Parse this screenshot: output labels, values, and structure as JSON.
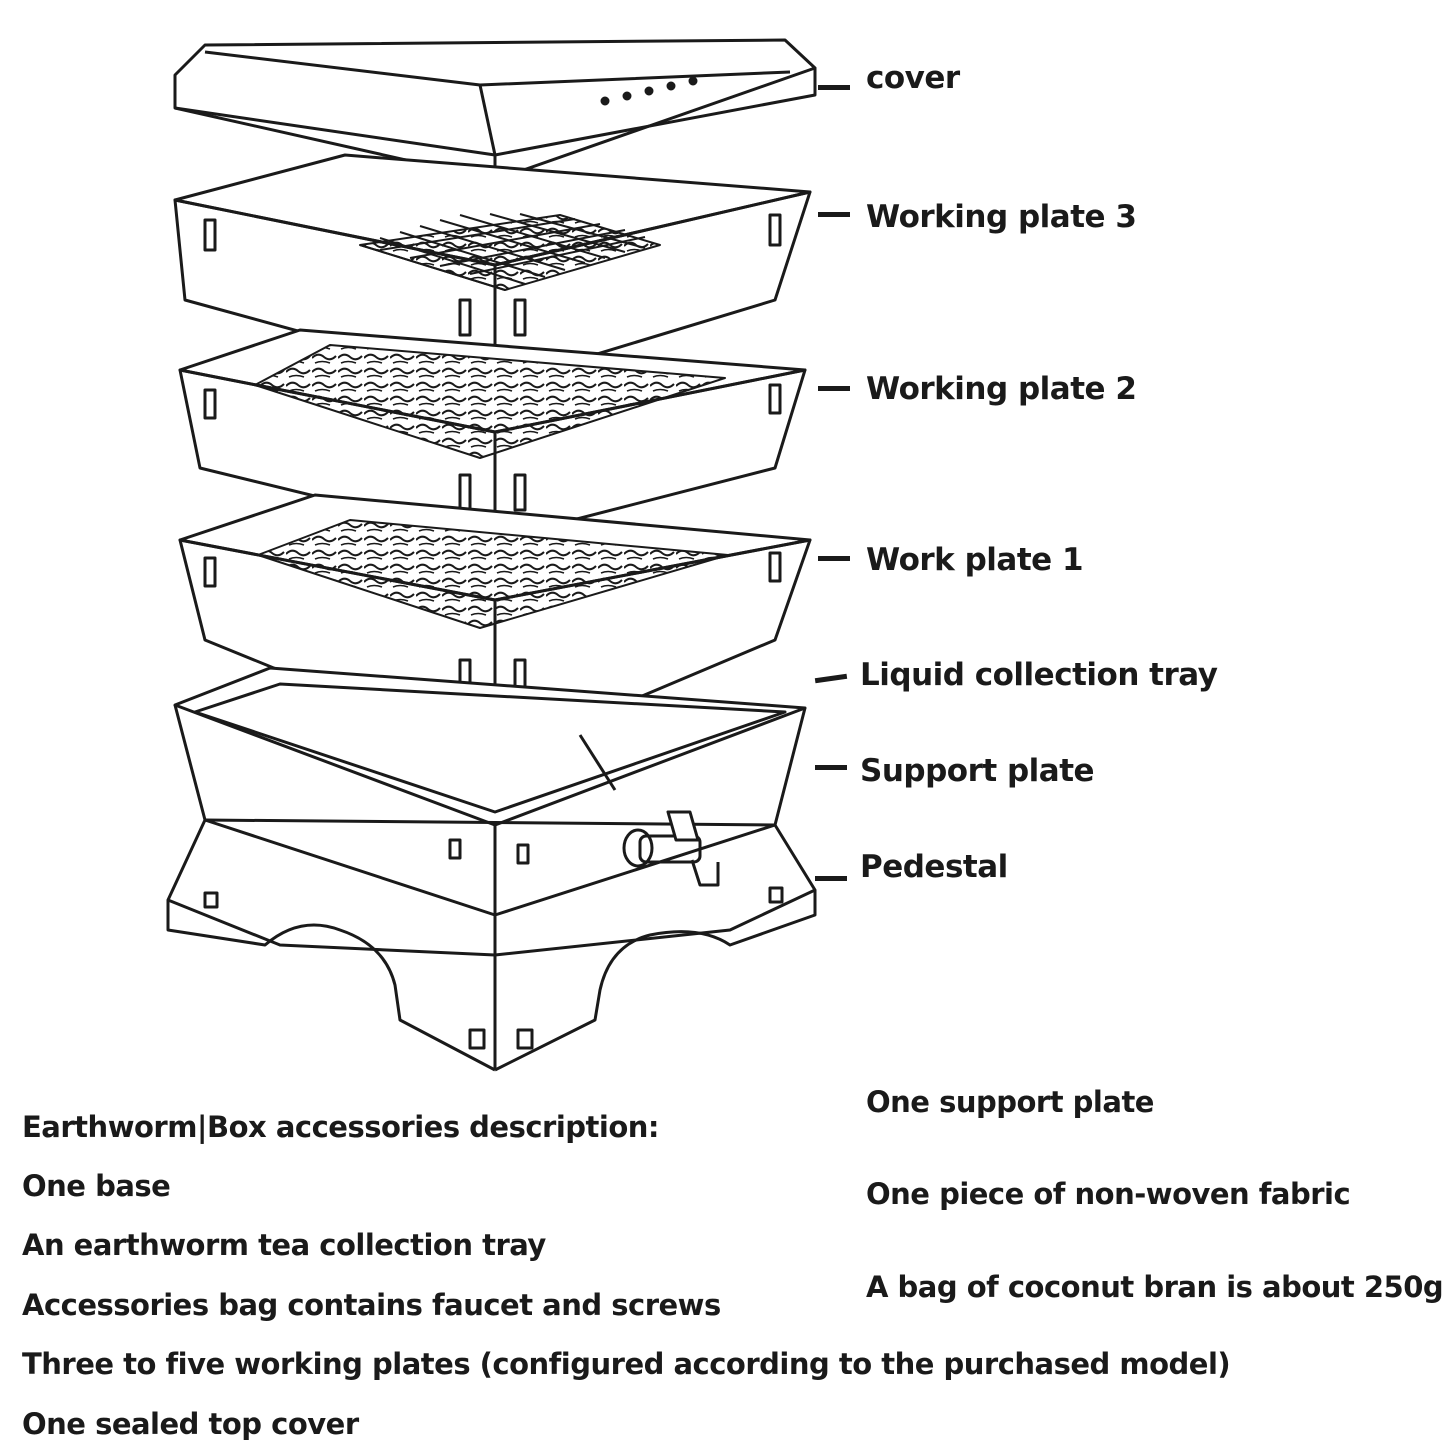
{
  "labels": {
    "cover": "cover",
    "working_plate_3": "Working plate 3",
    "working_plate_2": "Working plate 2",
    "work_plate_1": "Work plate 1",
    "liquid_collection_tray": "Liquid collection tray",
    "support_plate": "Support plate",
    "pedestal": "Pedestal"
  },
  "description": {
    "heading": "Earthworm|Box accessories description:",
    "left_items": [
      "One base",
      "An earthworm tea collection tray",
      "Accessories bag contains faucet and screws",
      "Three to five working plates (configured according to the purchased model)",
      "One sealed top cover"
    ],
    "right_items": [
      "One support plate",
      "One piece of non-woven fabric",
      "A bag of coconut bran is about 250g"
    ]
  },
  "colors": {
    "line": "#1a1a1a",
    "background": "#ffffff",
    "text": "#1a1a1a"
  }
}
